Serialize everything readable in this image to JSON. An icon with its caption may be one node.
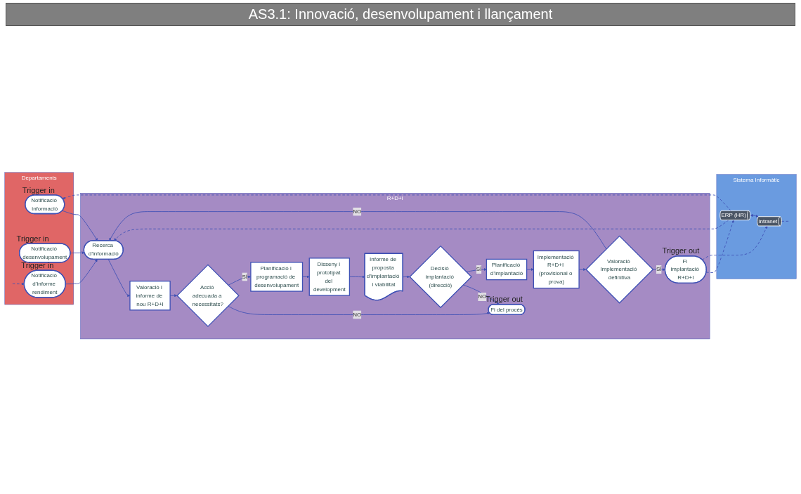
{
  "diagram": {
    "title": "AS3.1: Innovació, desenvolupament i llançament",
    "nodes": [
      {
        "text": [
          "Departaments"
        ]
      },
      {
        "text": [
          "Notificació informació"
        ],
        "in": 0,
        "beside": [
          "Trigger in"
        ]
      },
      {
        "text": [
          "Notificació desenvolupament"
        ],
        "in": 0,
        "beside": [
          "Trigger in"
        ]
      },
      {
        "text": [
          "Notificació d’informe rendiment"
        ],
        "in": 0,
        "beside": [
          "Trigger in"
        ]
      },
      {
        "text": [
          "R+D+I"
        ]
      },
      {
        "text": [
          "Recerca d’informació"
        ],
        "in": 4
      },
      {
        "text": [
          "Valoració i informe de nou R+D+I"
        ],
        "in": 4
      },
      {
        "text": [
          "Acció adecuada a necessitats?"
        ],
        "in": 4
      },
      {
        "text": [
          "Fi del procés"
        ],
        "in": 4,
        "beside": [
          "Trigger out"
        ]
      },
      {
        "text": [
          "Planificació i programació de desenvolupament"
        ],
        "in": 4
      },
      {
        "text": [
          "Disseny i prototipat del development"
        ],
        "in": 4
      },
      {
        "text": [
          "Informe de proposta d’implantació i viabilitat"
        ],
        "in": 4
      },
      {
        "text": [
          "Decisió implantació (direcció)"
        ],
        "in": 4
      },
      {
        "text": [
          "Planificació d’implantació"
        ],
        "in": 4
      },
      {
        "text": [
          "Implementació R+D+I (provisional o prova)"
        ],
        "in": 4
      },
      {
        "text": [
          "Valoració Implementació definitiva"
        ],
        "in": 4
      },
      {
        "text": [
          "Fi implantació R+D+I"
        ],
        "in": 4,
        "beside": [
          "Trigger out"
        ]
      },
      {
        "text": [
          "Sistema Informàtic"
        ]
      },
      {
        "text": [
          "ERP (HR)"
        ],
        "in": 17
      },
      {
        "text": [
          "Intranet"
        ],
        "in": 17
      }
    ],
    "edges": [
      {
        "from": 1,
        "to": 5,
        "arrow": "to"
      },
      {
        "from": 2,
        "to": 5,
        "arrow": "to"
      },
      {
        "from": 3,
        "to": 5,
        "arrow": "to"
      },
      {
        "from": 5,
        "to": 6,
        "arrow": "to"
      },
      {
        "from": 6,
        "to": 7,
        "arrow": "to"
      },
      {
        "from": 7,
        "to": 8,
        "arrow": "to",
        "label": "NO"
      },
      {
        "from": 7,
        "to": 9,
        "arrow": "to",
        "label": "SÍ"
      },
      {
        "from": 9,
        "to": 10,
        "arrow": "to"
      },
      {
        "from": 10,
        "to": 11,
        "arrow": "to"
      },
      {
        "from": 11,
        "to": 12,
        "arrow": "to"
      },
      {
        "from": 12,
        "to": 8,
        "arrow": "to",
        "label": "NO"
      },
      {
        "from": 12,
        "to": 13,
        "arrow": "to",
        "label": "SÍ"
      },
      {
        "from": 13,
        "to": 14,
        "arrow": "to"
      },
      {
        "from": 14,
        "to": 15,
        "arrow": "to"
      },
      {
        "from": 15,
        "to": 16,
        "arrow": "to",
        "label": "SÍ"
      },
      {
        "from": 15,
        "to": 5,
        "arrow": "to",
        "label": "NO"
      },
      {
        "from": 16,
        "to": 18,
        "arrow": "to",
        "style": "dashed"
      },
      {
        "from": 16,
        "to": 19,
        "arrow": "to",
        "style": "dashed"
      },
      {
        "from": 18,
        "to": 19,
        "arrow": "both"
      },
      {
        "from": 18,
        "to": 1,
        "arrow": "to",
        "style": "dashed"
      },
      {
        "from": 18,
        "to": 5,
        "arrow": "to",
        "style": "dashed"
      },
      {
        "from": 19,
        "to": null,
        "arrow": "none",
        "style": "dashed"
      },
      {
        "from": null,
        "to": 3,
        "arrow": "to",
        "style": "dashed"
      }
    ]
  }
}
